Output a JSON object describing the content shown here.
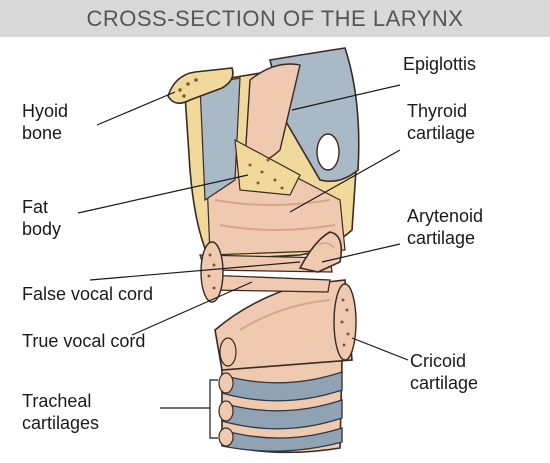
{
  "title": "CROSS-SECTION OF THE LARYNX",
  "labels": {
    "hyoid": [
      "Hyoid",
      "bone"
    ],
    "fat": [
      "Fat",
      "body"
    ],
    "false_cord": "False vocal cord",
    "true_cord": "True vocal cord",
    "tracheal": [
      "Tracheal",
      "cartilages"
    ],
    "epiglottis": "Epiglottis",
    "thyroid": [
      "Thyroid",
      "cartilage"
    ],
    "arytenoid": [
      "Arytenoid",
      "cartilage"
    ],
    "cricoid": [
      "Cricoid",
      "cartilage"
    ]
  },
  "colors": {
    "title_bg": "#d9d9d9",
    "cartilage_pink": "#efc9b0",
    "cartilage_shadow": "#d9a58a",
    "bone_yellow": "#f0d99a",
    "membrane_blue": "#a9b9c6",
    "trachea_ring": "#8fa3b5"
  }
}
